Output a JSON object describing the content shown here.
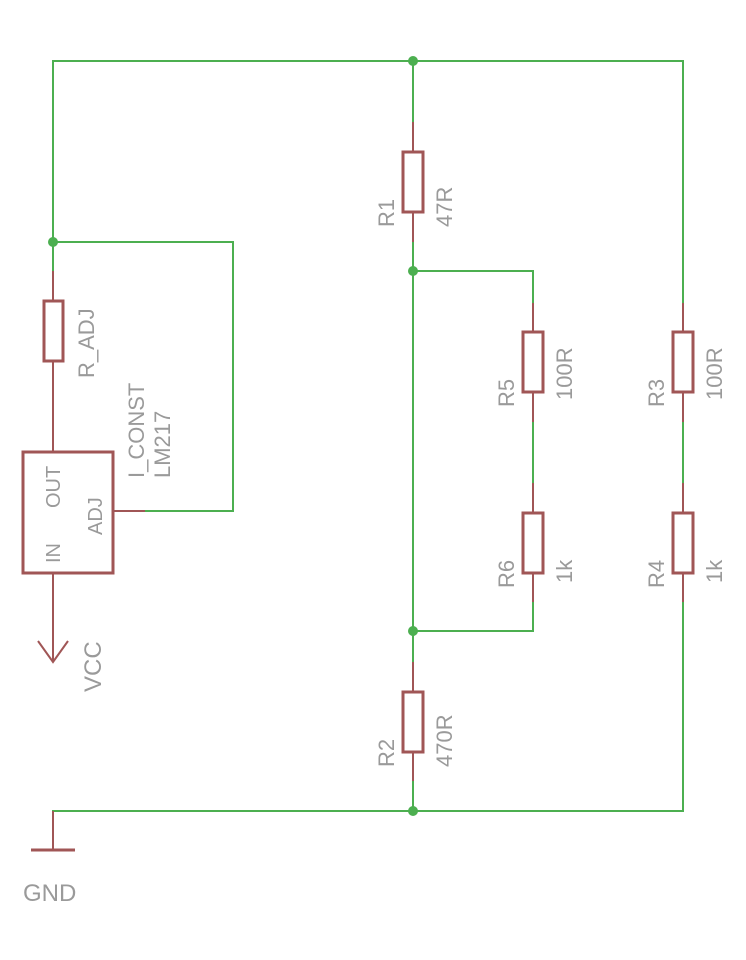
{
  "colors": {
    "wire": "#4caf50",
    "part": "#a05656",
    "text": "#9a9a9a",
    "background": "#ffffff"
  },
  "components": {
    "r1": {
      "name": "R1",
      "value": "47R"
    },
    "r2": {
      "name": "R2",
      "value": "470R"
    },
    "r3": {
      "name": "R3",
      "value": "100R"
    },
    "r4": {
      "name": "R4",
      "value": "1k"
    },
    "r5": {
      "name": "R5",
      "value": "100R"
    },
    "r6": {
      "name": "R6",
      "value": "1k"
    },
    "r_adj": {
      "name": "R_ADJ"
    },
    "ic": {
      "name": "I_CONST",
      "value": "LM217",
      "pin_in": "IN",
      "pin_out": "OUT",
      "pin_adj": "ADJ"
    }
  },
  "supplies": {
    "vcc": "VCC",
    "gnd": "GND"
  }
}
